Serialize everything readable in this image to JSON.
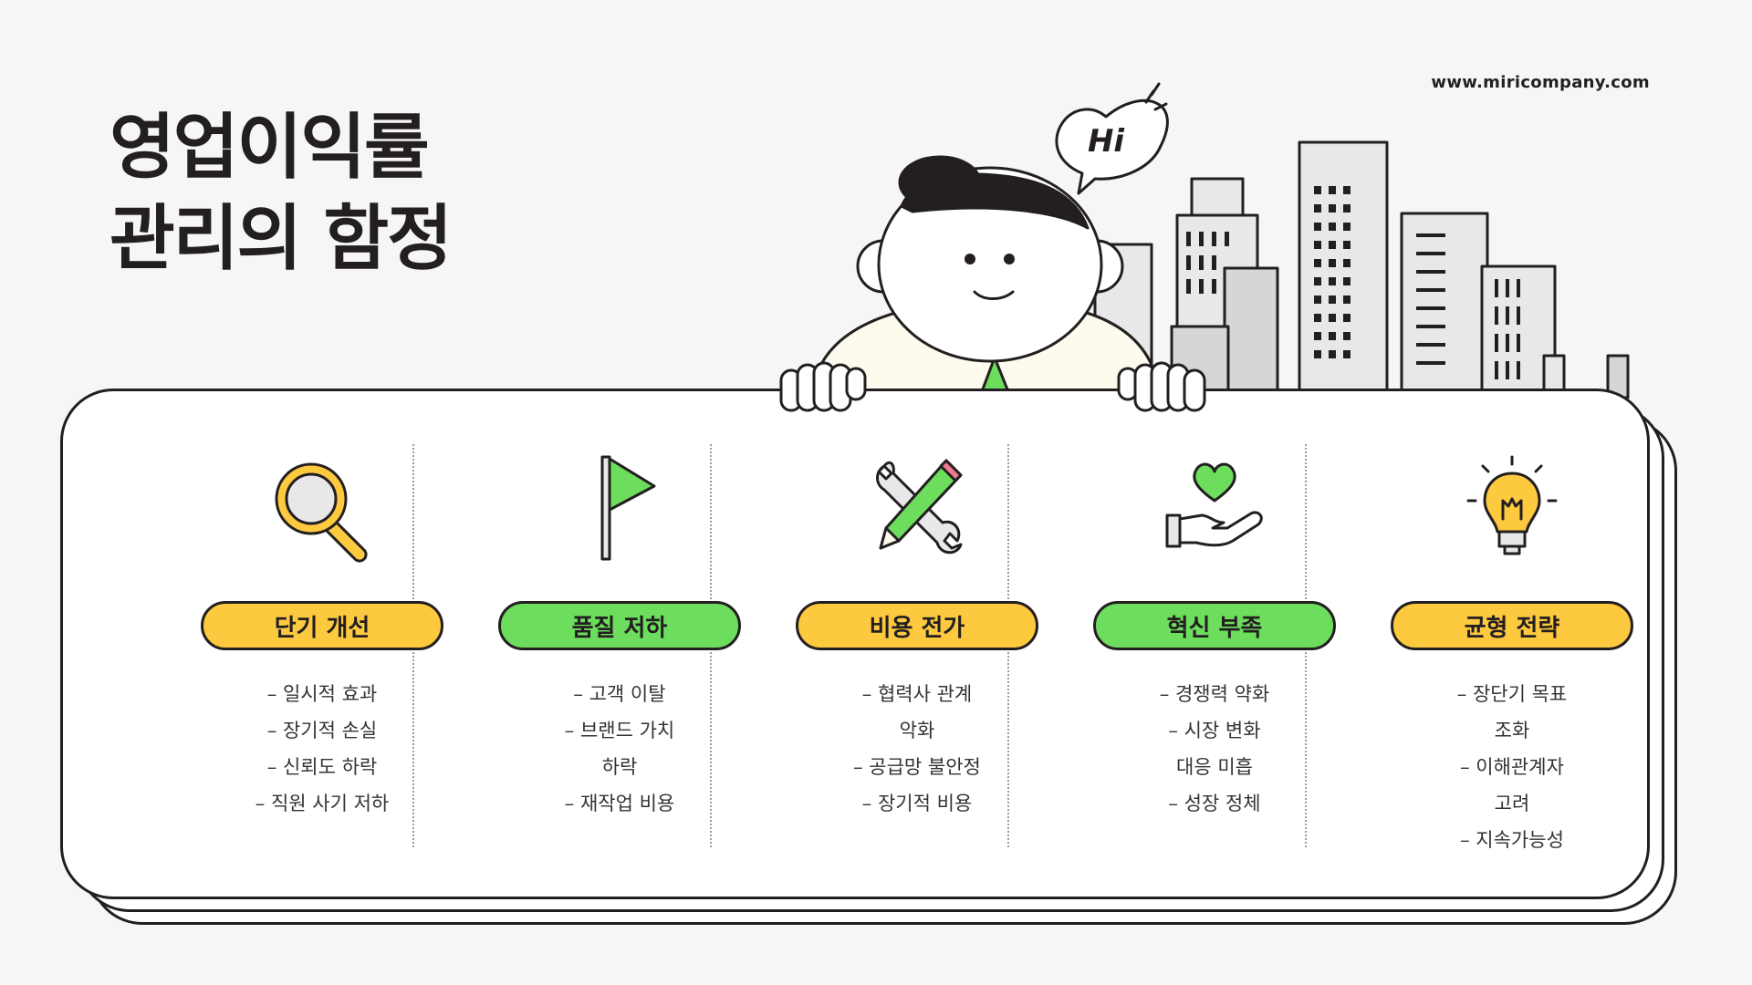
{
  "website": "www.miricompany.com",
  "title": {
    "line1": "영업이익률",
    "line2": "관리의 함정"
  },
  "speech_bubble": "Hi",
  "columns": [
    {
      "icon": "magnifier-icon",
      "label": "단기 개선",
      "color": "#fdc93f",
      "lines": [
        "– 일시적 효과",
        "– 장기적 손실",
        "– 신뢰도 하락",
        "– 직원 사기 저하"
      ]
    },
    {
      "icon": "flag-icon",
      "label": "품질 저하",
      "color": "#6ddd5d",
      "lines": [
        "– 고객 이탈",
        "– 브랜드 가치",
        "하락",
        "– 재작업 비용"
      ]
    },
    {
      "icon": "pencil-wrench-icon",
      "label": "비용 전가",
      "color": "#fdc93f",
      "lines": [
        "– 협력사 관계",
        "악화",
        "– 공급망 불안정",
        "– 장기적 비용"
      ]
    },
    {
      "icon": "heart-hand-icon",
      "label": "혁신 부족",
      "color": "#6ddd5d",
      "lines": [
        "– 경쟁력 약화",
        "– 시장 변화",
        "대응 미흡",
        "– 성장 정체"
      ]
    },
    {
      "icon": "lightbulb-icon",
      "label": "균형 전략",
      "color": "#fdc93f",
      "lines": [
        "– 장단기 목표",
        "조화",
        "– 이해관계자",
        "고려",
        "– 지속가능성"
      ]
    }
  ]
}
